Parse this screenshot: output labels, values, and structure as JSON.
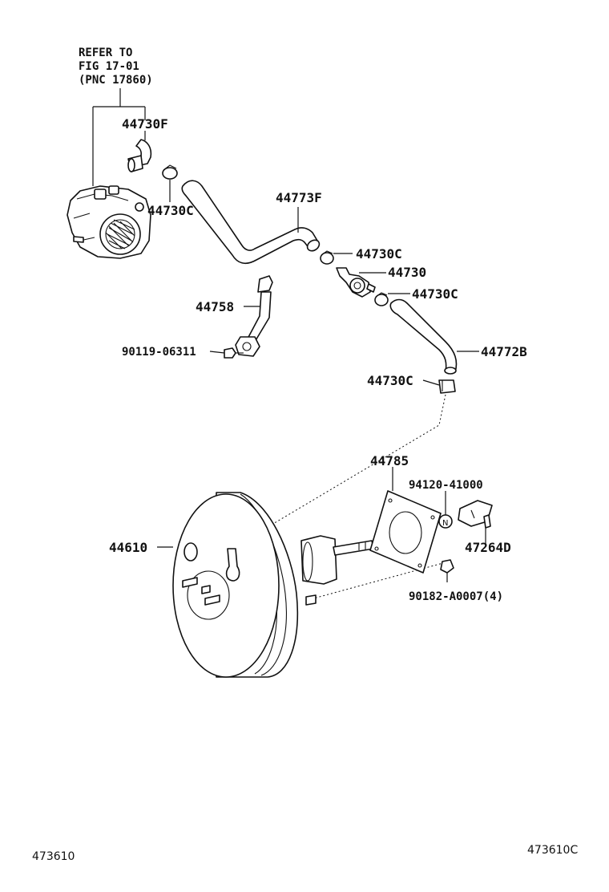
{
  "diagram": {
    "reference_note": [
      "REFER TO",
      "FIG 17-01",
      "(PNC 17860)"
    ],
    "callouts": {
      "hose_f": "44730F",
      "clamp_1": "44730C",
      "hose_upper": "44773F",
      "clamp_2": "44730C",
      "check_valve": "44730",
      "clamp_3": "44730C",
      "bracket": "44758",
      "bolt": "90119-06311",
      "hose_lower": "44772B",
      "clamp_4": "44730C",
      "gasket": "44785",
      "nut_n": "94120-41000",
      "booster": "44610",
      "clevis": "47264D",
      "nut_4": "90182-A0007(4)"
    },
    "footer_left": "473610",
    "footer_right": "473610C"
  }
}
